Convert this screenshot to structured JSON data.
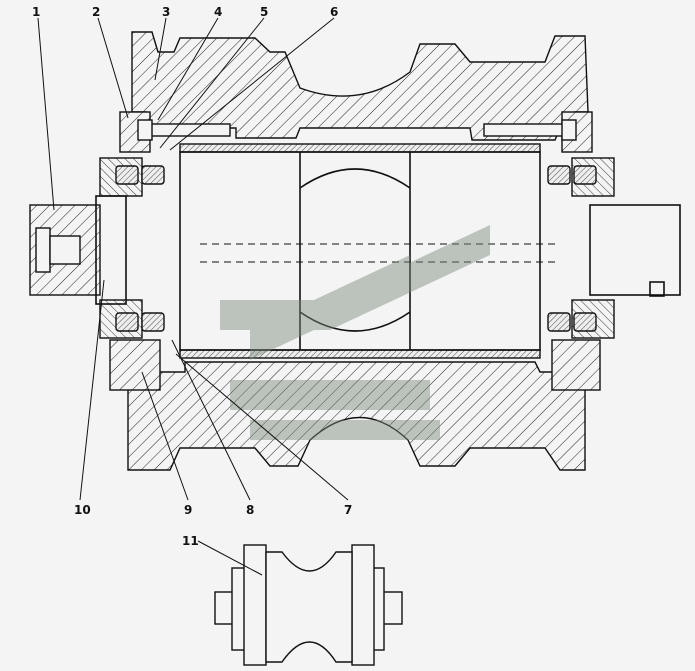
{
  "diagram": {
    "callouts": [
      {
        "id": "callout-1",
        "label": "1"
      },
      {
        "id": "callout-2",
        "label": "2"
      },
      {
        "id": "callout-3",
        "label": "3"
      },
      {
        "id": "callout-4",
        "label": "4"
      },
      {
        "id": "callout-5",
        "label": "5"
      },
      {
        "id": "callout-6",
        "label": "6"
      },
      {
        "id": "callout-7",
        "label": "7"
      },
      {
        "id": "callout-8",
        "label": "8"
      },
      {
        "id": "callout-9",
        "label": "9"
      },
      {
        "id": "callout-10",
        "label": "10"
      },
      {
        "id": "callout-11",
        "label": "11"
      }
    ]
  }
}
